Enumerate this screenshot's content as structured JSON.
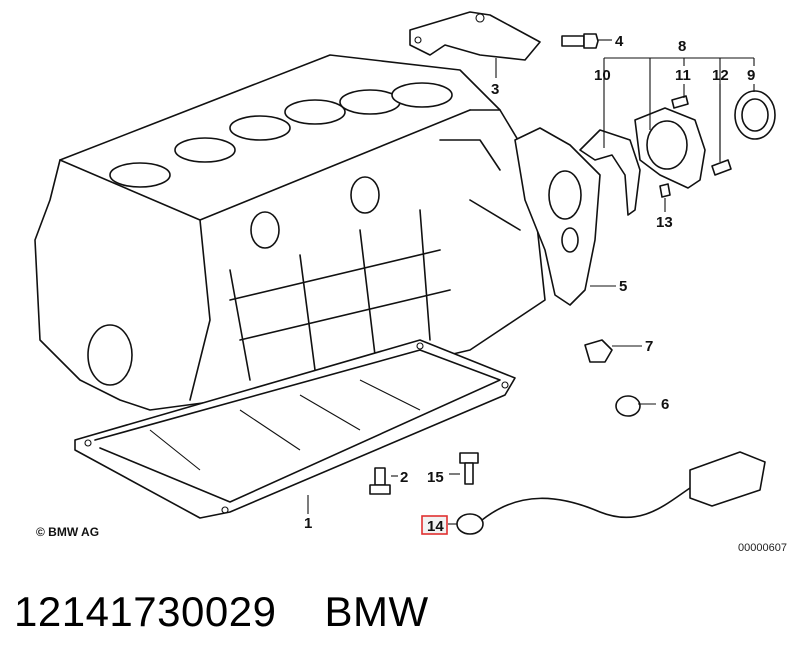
{
  "callouts": {
    "c1": "1",
    "c2": "2",
    "c3": "3",
    "c4": "4",
    "c5": "5",
    "c6": "6",
    "c7": "7",
    "c8": "8",
    "c9": "9",
    "c10": "10",
    "c11": "11",
    "c12": "12",
    "c13": "13",
    "c14": "14",
    "c15": "15"
  },
  "highlight_color": "#e03030",
  "copyright": "© BMW AG",
  "reference_code": "00000607",
  "footer": {
    "part_number": "12141730029",
    "brand": "BMW"
  }
}
